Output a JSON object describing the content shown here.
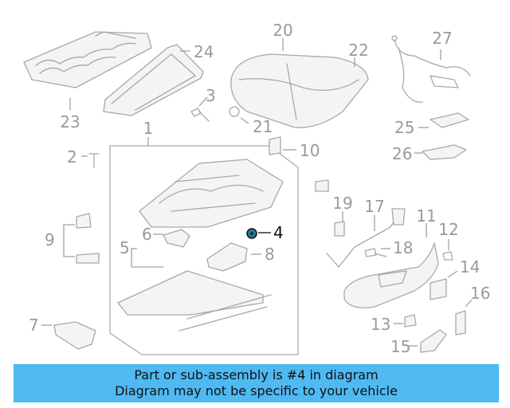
{
  "callouts": {
    "c1": "1",
    "c2": "2",
    "c3": "3",
    "c4": "4",
    "c5": "5",
    "c6": "6",
    "c7": "7",
    "c8": "8",
    "c9": "9",
    "c10": "10",
    "c11": "11",
    "c12": "12",
    "c13": "13",
    "c14": "14",
    "c15": "15",
    "c16": "16",
    "c17": "17",
    "c18": "18",
    "c19": "19",
    "c20": "20",
    "c21": "21",
    "c22": "22",
    "c23": "23",
    "c24": "24",
    "c25": "25",
    "c26": "26",
    "c27": "27"
  },
  "highlighted_part": "4",
  "colors": {
    "banner": "#4fb9f2",
    "highlight_part": "#2a7a8c"
  },
  "banner": {
    "line1": "Part or sub-assembly is #4 in diagram",
    "line2": "Diagram may not be specific to your vehicle"
  }
}
